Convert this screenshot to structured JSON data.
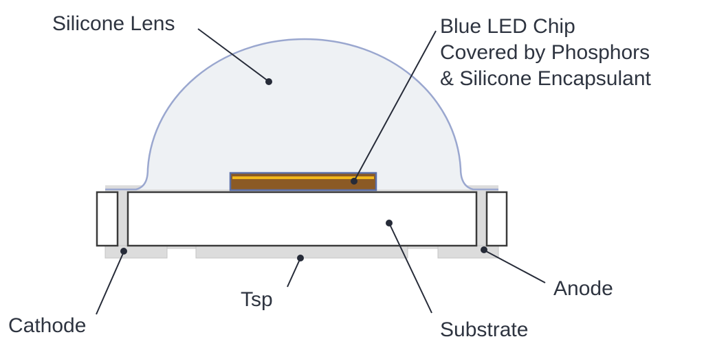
{
  "labels": {
    "silicone_lens": "Silicone Lens",
    "chip_line1": "Blue LED Chip",
    "chip_line2": "Covered by Phosphors",
    "chip_line3": "& Silicone Encapsulant",
    "cathode": "Cathode",
    "tsp": "Tsp",
    "substrate": "Substrate",
    "anode": "Anode"
  },
  "colors": {
    "lens_fill": "#eef1f4",
    "lens_stroke": "#9aa7cf",
    "package_fill": "#dcdcdc",
    "substrate_fill": "#ffffff",
    "outline": "#3a3a3a",
    "chip_fill": "#8b5a25",
    "phosphor_layer": "#f2b81c",
    "chip_stroke": "#5a6fa8",
    "text": "#2e3440",
    "leader": "#262b38"
  }
}
